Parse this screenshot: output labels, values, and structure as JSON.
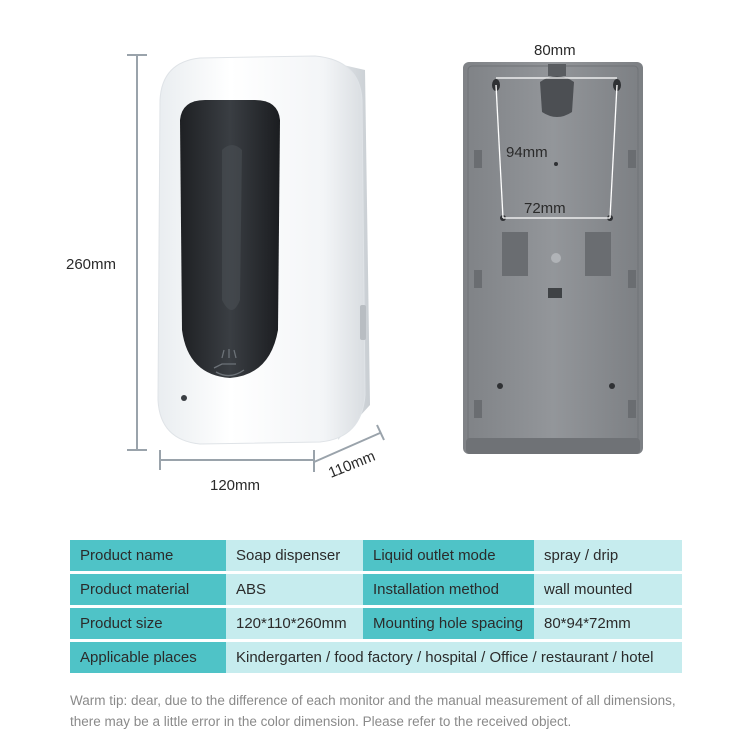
{
  "dimensions": {
    "height": "260mm",
    "width": "120mm",
    "depth": "110mm",
    "back_top": "80mm",
    "back_vertical": "94mm",
    "back_bottom": "72mm"
  },
  "colors": {
    "label_cell": "#4fc3c7",
    "value_cell": "#c6ecee",
    "dispenser_body": "#f4f6f8",
    "window": "#2a2d31",
    "back_panel": "#8a8d91"
  },
  "icons": {
    "sensor": "hand-sensor-icon"
  },
  "specs": {
    "rows": [
      {
        "label1": "Product name",
        "value1": "Soap dispenser",
        "label2": "Liquid outlet mode",
        "value2": "spray / drip"
      },
      {
        "label1": "Product material",
        "value1": "ABS",
        "label2": "Installation method",
        "value2": "wall mounted"
      },
      {
        "label1": "Product size",
        "value1": "120*110*260mm",
        "label2": "Mounting hole spacing",
        "value2": "80*94*72mm"
      }
    ],
    "places_label": "Applicable places",
    "places_value": "Kindergarten / food factory / hospital / Office / restaurant / hotel"
  },
  "tip": "Warm tip: dear, due to the difference of each monitor and the manual measurement of all dimensions, there may be a little error in the color dimension. Please refer to the received object."
}
